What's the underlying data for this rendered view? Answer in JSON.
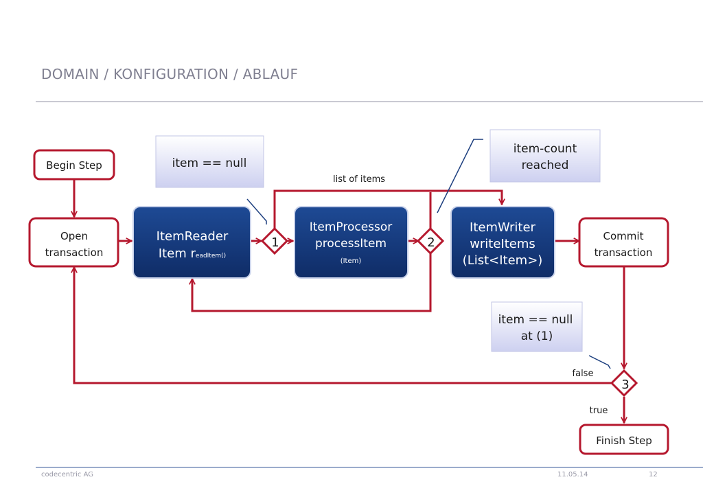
{
  "slide": {
    "title": "DOMAIN / KONFIGURATION / ABLAUF",
    "footer_company": "codecentric AG",
    "footer_date": "11.05.14",
    "footer_page": "12"
  },
  "nodes": {
    "begin_step": "Begin Step",
    "open_transaction_1": "Open",
    "open_transaction_2": "transaction",
    "item_reader_1": "ItemReader",
    "item_reader_2": "Item r",
    "item_reader_2_small": "eadItem()",
    "item_processor_1": "ItemProcessor",
    "item_processor_2": "processItem",
    "item_processor_3": "(Item)",
    "item_writer_1": "ItemWriter",
    "item_writer_2": "writeItems",
    "item_writer_3": "(List<Item>)",
    "commit_transaction_1": "Commit",
    "commit_transaction_2": "transaction",
    "finish_step": "Finish Step"
  },
  "decisions": {
    "d1": "1",
    "d2": "2",
    "d3": "3"
  },
  "notes": {
    "item_null": "item == null",
    "item_count_1": "item-count",
    "item_count_2": "reached",
    "item_null_at_1": "item == null",
    "item_null_at_2": "at (1)"
  },
  "edge_labels": {
    "list_of_items": "list of items",
    "false": "false",
    "true": "true"
  },
  "colors": {
    "accent_red": "#b5182e",
    "node_blue": "#173a7d",
    "note_fill": "#dfe1f6"
  }
}
